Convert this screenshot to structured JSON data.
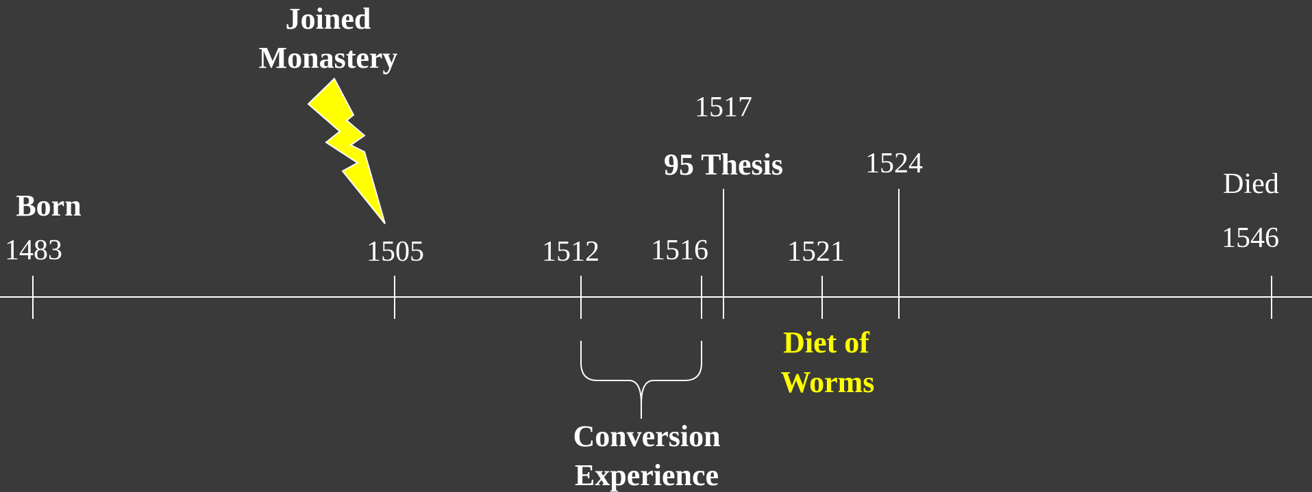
{
  "timeline": {
    "years": [
      "1483",
      "1505",
      "1512",
      "1516",
      "1517",
      "1521",
      "1524",
      "1546"
    ],
    "events": {
      "born": "Born",
      "joined_monastery_line1": "Joined",
      "joined_monastery_line2": "Monastery",
      "thesis": "95 Thesis",
      "diet_line1": "Diet of",
      "diet_line2": "Worms",
      "conversion_line1": "Conversion",
      "conversion_line2": "Experience",
      "died": "Died"
    },
    "icons": {
      "lightning": "lightning-bolt-icon",
      "brace": "curly-brace"
    }
  },
  "colors": {
    "background": "#3a3a3a",
    "text": "#ffffff",
    "accent": "#ffff00",
    "line": "#ffffff"
  }
}
